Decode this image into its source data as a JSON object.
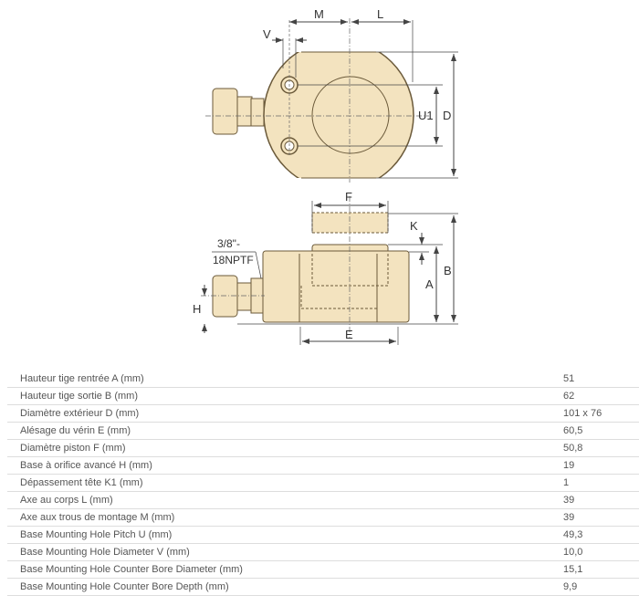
{
  "drawing": {
    "labels": {
      "M": "M",
      "L": "L",
      "V": "V",
      "U1": "U1",
      "D": "D",
      "F": "F",
      "K": "K",
      "B": "B",
      "A": "A",
      "H": "H",
      "E": "E",
      "port_line1": "3/8\"-",
      "port_line2": "18NPTF"
    },
    "colors": {
      "body": "#f3e3bf",
      "outline": "#6b5a3a",
      "line": "#444444"
    }
  },
  "specs": [
    {
      "label": "Hauteur tige rentrée A (mm)",
      "value": "51"
    },
    {
      "label": "Hauteur tige sortie B (mm)",
      "value": "62"
    },
    {
      "label": "Diamètre extérieur D (mm)",
      "value": "101 x 76"
    },
    {
      "label": "Alésage du vérin E (mm)",
      "value": "60,5"
    },
    {
      "label": "Diamètre piston F (mm)",
      "value": "50,8"
    },
    {
      "label": "Base à orifice avancé H (mm)",
      "value": "19"
    },
    {
      "label": "Dépassement tête K1 (mm)",
      "value": "1"
    },
    {
      "label": "Axe au corps L (mm)",
      "value": "39"
    },
    {
      "label": "Axe aux trous de montage M (mm)",
      "value": "39"
    },
    {
      "label": "Base Mounting Hole Pitch U (mm)",
      "value": "49,3"
    },
    {
      "label": "Base Mounting Hole Diameter V (mm)",
      "value": "10,0"
    },
    {
      "label": "Base Mounting Hole Counter Bore Diameter (mm)",
      "value": "15,1"
    },
    {
      "label": "Base Mounting Hole Counter Bore Depth (mm)",
      "value": "9,9"
    }
  ]
}
